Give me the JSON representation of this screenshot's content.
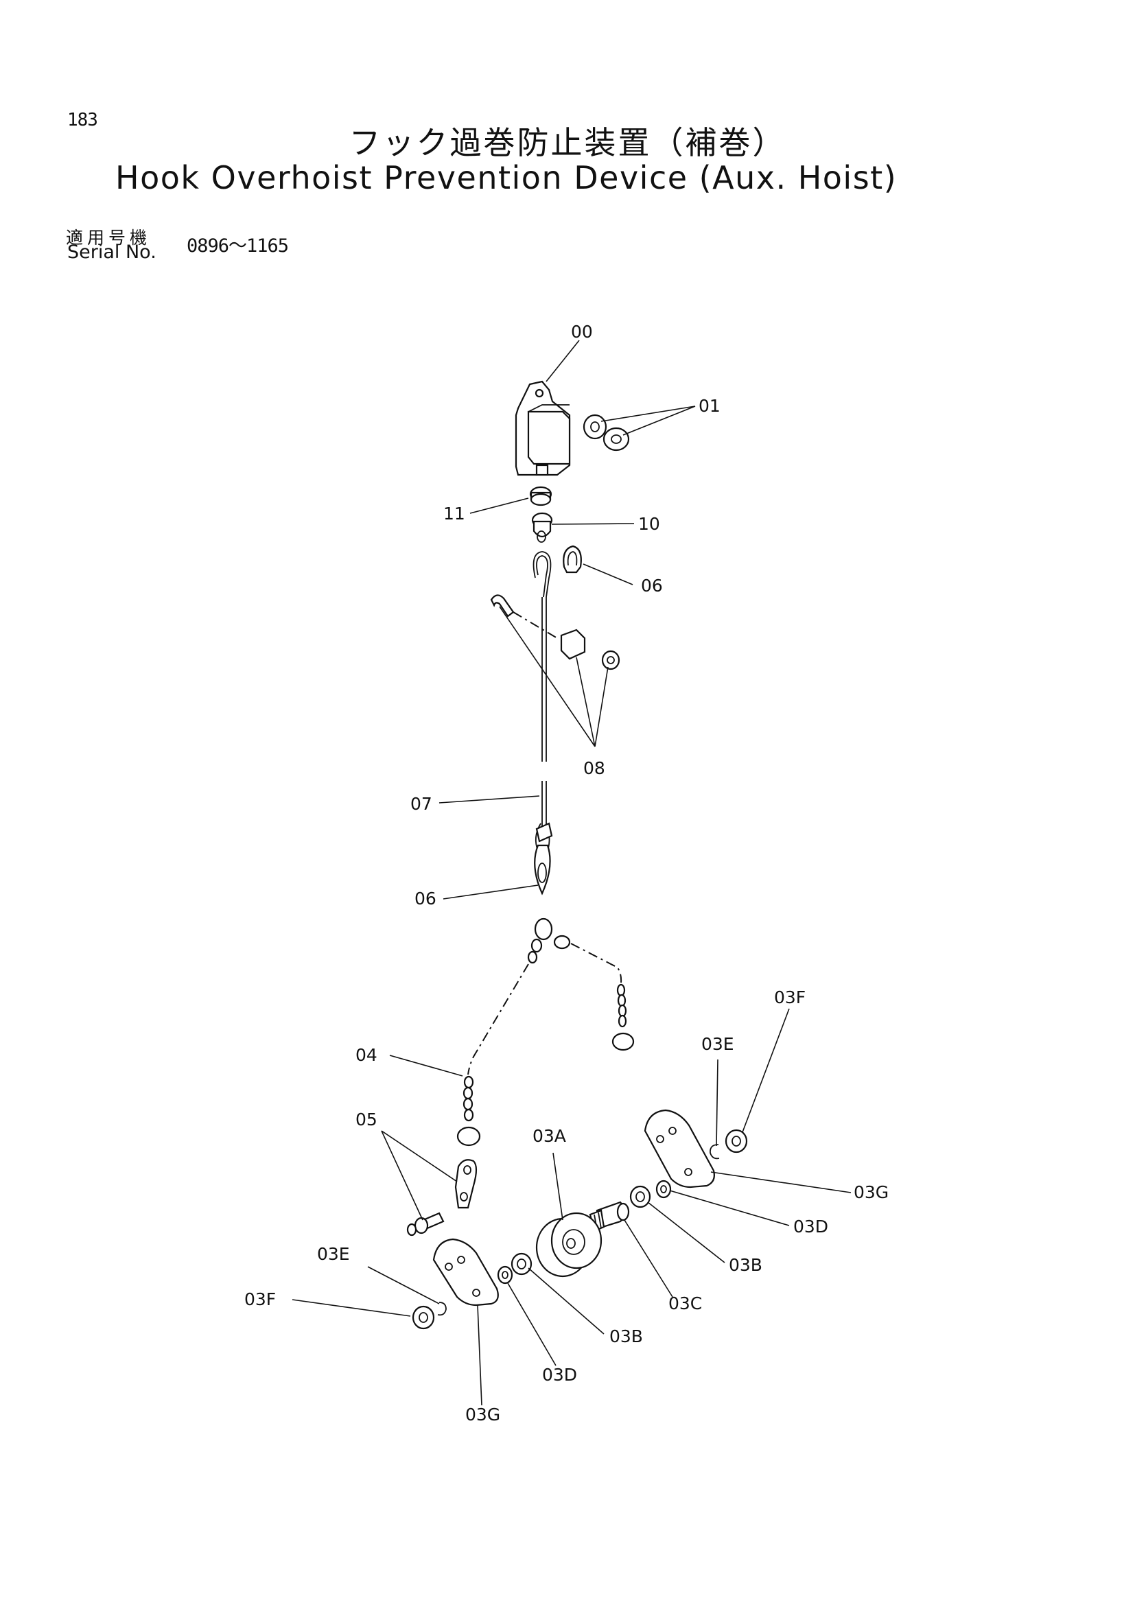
{
  "header": {
    "page_number": "183",
    "title_jp": "フック過巻防止装置（補巻）",
    "title_en": "Hook Overhoist Prevention Device (Aux. Hoist)"
  },
  "serial": {
    "label_jp": "適用号機",
    "label_en": "Serial No.",
    "range": "0896～1165"
  },
  "callouts": {
    "c00": "00",
    "c01": "01",
    "c11": "11",
    "c10": "10",
    "c06a": "06",
    "c08": "08",
    "c07": "07",
    "c06b": "06",
    "c04": "04",
    "c05": "05",
    "c03A": "03A",
    "c03F_right": "03F",
    "c03E_right": "03E",
    "c03G_right": "03G",
    "c03D_right": "03D",
    "c03B_right": "03B",
    "c03C": "03C",
    "c03E_left": "03E",
    "c03F_left": "03F",
    "c03B_left": "03B",
    "c03D_left": "03D",
    "c03G_left": "03G"
  }
}
